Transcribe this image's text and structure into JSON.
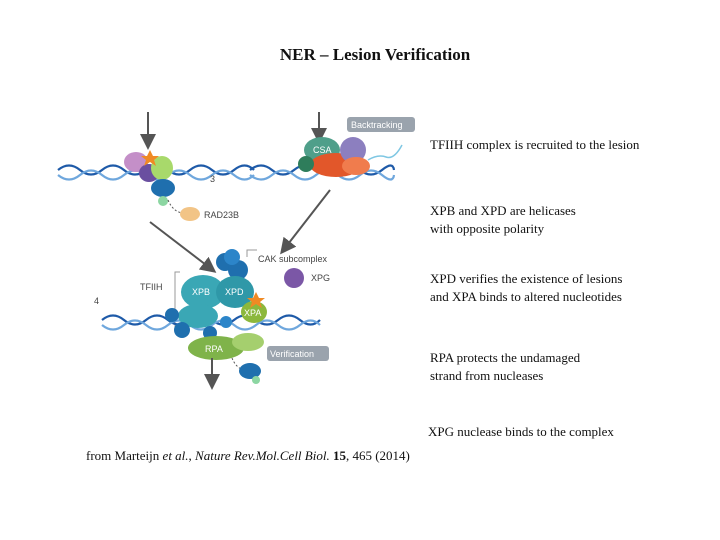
{
  "title": "NER – Lesion Verification",
  "diagram": {
    "step_numbers": [
      "3",
      "4"
    ],
    "labels": {
      "backtracking": "Backtracking",
      "csa": "CSA",
      "rad23b": "RAD23B",
      "cak_subcomplex": "CAK subcomplex",
      "tfiih": "TFIIH",
      "xpg": "XPG",
      "xpb": "XPB",
      "xpd": "XPD",
      "xpa": "XPA",
      "rpa": "RPA",
      "verification": "Verification"
    },
    "colors": {
      "dna_strand": "#1e5aa8",
      "xpb_xpd": "#3aa7b5",
      "cak": "#1f6fae",
      "xpg": "#7b57a6",
      "xpa": "#8cb83c",
      "rpa": "#7fb34a",
      "csa": "#4f9f8a",
      "lesion": "#f08a24",
      "callout_bg": "#9aa3ad"
    }
  },
  "notes": [
    "TFIIH complex is recruited to the lesion",
    "XPB and XPD are helicases\nwith opposite polarity",
    "XPD verifies the existence of lesions\nand XPA binds to altered nucleotides",
    "RPA protects the undamaged\nstrand from nucleases",
    "XPG nuclease binds to the complex"
  ],
  "citation": {
    "prefix": "from Marteijn ",
    "etal": "et al.",
    "sep": ", ",
    "journal": "Nature Rev.Mol.Cell Biol.",
    "space": " ",
    "volume": "15",
    "pages": ", 465 (2014)"
  }
}
